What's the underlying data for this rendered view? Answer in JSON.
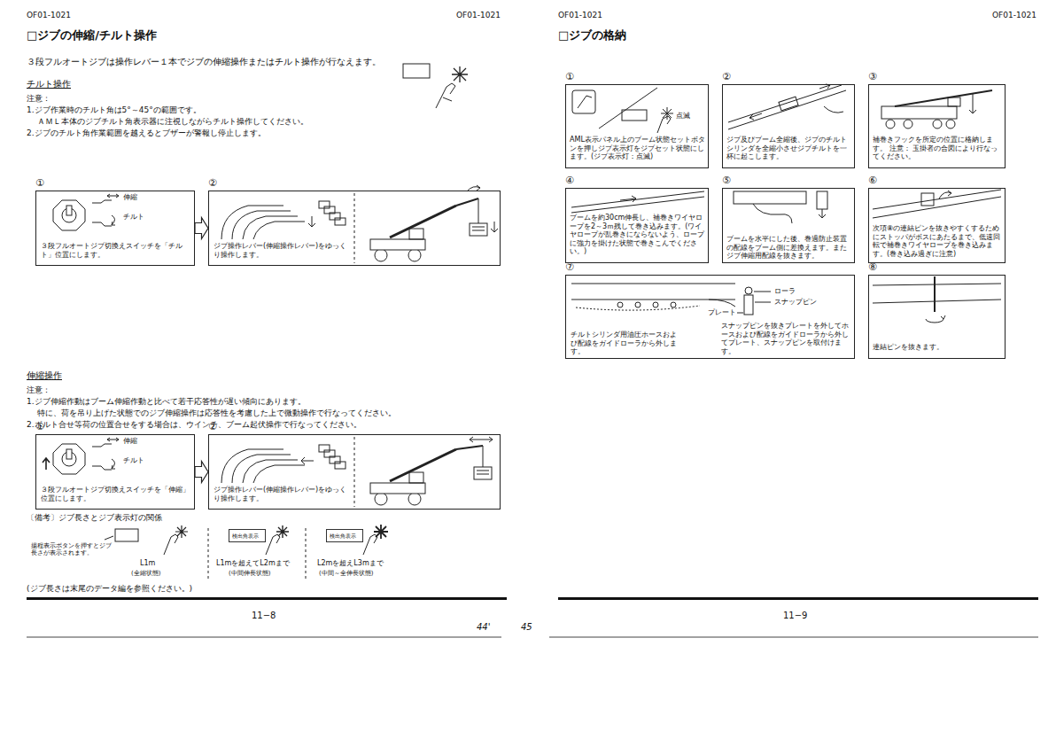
{
  "diagram": {
    "nodes": [
      {
        "text": [
          "①",
          "伸縮",
          "チルト",
          "３段フルオートジブ切換えスイッチを「チルト」位置にします。"
        ]
      },
      {
        "text": [
          "②",
          "ジブ操作レバー(伸縮操作レバー)をゆっくり操作します。"
        ]
      },
      {
        "text": [
          "①",
          "伸縮",
          "チルト",
          "３段フルオートジブ切換えスイッチを「伸縮」位置にします。"
        ]
      },
      {
        "text": [
          "②",
          "ジブ操作レバー(伸縮操作レバー)をゆっくり操作します。"
        ]
      },
      {
        "text": [
          "検出角表示"
        ]
      },
      {
        "text": [
          "検出角表示"
        ]
      },
      {
        "text": [
          "①",
          "点滅",
          "AML表示パネル上のブーム状態セットボタンを押しジブ表示灯をジブセット状態にします。(ジブ表示灯：点滅)"
        ]
      },
      {
        "text": [
          "②",
          "ジブ及びブーム全縮後、ジブのチルトシリンダを全縮小させジブチルトを一杯に起こします。"
        ]
      },
      {
        "text": [
          "③",
          "補巻きフックを所定の位置に格納します。 注意： 玉掛者の合図により行なってください。"
        ]
      },
      {
        "text": [
          "④",
          "ブームを約30cm伸長し、補巻きワイヤロープを2～3ｍ残して巻き込みます。(ワイヤロープが乱巻きにならないよう、ロープに強力を掛けた状態で巻きこんでください。)"
        ]
      },
      {
        "text": [
          "⑤",
          "ブームを水平にした後、巻過防止装置の配線をブーム側に差換えます。またジブ伸縮用配線を抜きます。"
        ]
      },
      {
        "text": [
          "⑥",
          "次項⑧の連結ピンを抜きやすくするためにストッパがボスにあたるまで、低速回転で補巻きワイヤロープを巻き込みます。(巻き込み過ぎに注意)"
        ]
      },
      {
        "text": [
          "⑦",
          "ローラ",
          "スナップピン",
          "プレート",
          "チルトシリンダ用油圧ホースおよび配線をガイドローラから外します。",
          "スナップピンを抜きプレートを外してホースおよび配線をガイドローラから外してプレート、スナップピンを取付けます。"
        ]
      },
      {
        "text": [
          "⑧",
          "連結ピンを抜きます。"
        ]
      }
    ],
    "edges": [
      {
        "from": 0,
        "to": 1,
        "arrow": "to"
      },
      {
        "from": 2,
        "to": 3,
        "arrow": "to"
      }
    ],
    "labels": [
      "OF01-1021",
      "OF01-1021",
      "□ジブの伸縮/チルト操作",
      "３段フルオートジブは操作レバー１本でジブの伸縮操作またはチルト操作が行なえます。",
      "チルト操作",
      "注意：",
      "1.ジブ作業時のチルト角は5°～45°の範囲です。",
      "ＡＭＬ本体のジブチルト角表示器に注視しながらチルト操作してください。",
      "2.ジブのチルト角作業範囲を越えるとブザーが警報し停止します。",
      "伸縮操作",
      "注意：",
      "1.ジブ伸縮作動はブーム伸縮作動と比べて若干応答性が遅い傾向にあります。",
      "特に、荷を吊り上げた状態でのジブ伸縮操作は応答性を考慮した上で微動操作で行なってください。",
      "2.ボルト合せ等荷の位置合せをする場合は、ウインチ、ブーム起伏操作で行なってください。",
      "〔備考〕ジブ長さとジブ表示灯の関係",
      "揚程表示ボタンを押すとジブ長さが表示されます。",
      "L1m",
      "(全縮状態)",
      "L1mを超えてL2mまで",
      "(中間伸長状態)",
      "L2mを超えL3mまで",
      "(中間～全伸長状態)",
      "(ジブ長さは末尾のデータ編を参照ください。)",
      "11−8",
      "44'",
      "45",
      "OF01-1021",
      "OF01-1021",
      "□ジブの格納",
      "11−9"
    ]
  }
}
